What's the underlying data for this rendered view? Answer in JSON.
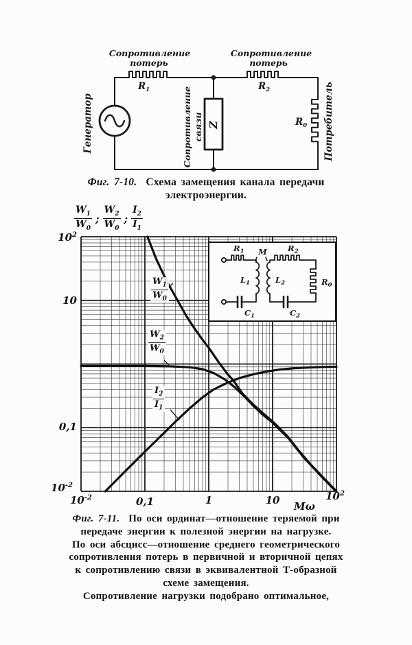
{
  "page": {
    "bg": "#fcfcfa",
    "ink": "#1b1b1b"
  },
  "fig10": {
    "caption": {
      "prefix": "Фиг. 7-10.",
      "line1": "Схема замещения канала передачи",
      "line2": "электроэнергии."
    },
    "generator_label": "Генератор",
    "consumer_label": "Потребитель",
    "loss_left": {
      "line1": "Сопротивление",
      "line2": "потерь"
    },
    "loss_right": {
      "line1": "Сопротивление",
      "line2": "потерь"
    },
    "coupling": {
      "line1": "Сопротивление",
      "line2": "связи"
    },
    "z_label": "Z",
    "r1": {
      "base": "R",
      "sub": "1"
    },
    "r2": {
      "base": "R",
      "sub": "2"
    },
    "r0": {
      "base": "R",
      "sub": "0"
    }
  },
  "fig11": {
    "caption": {
      "prefix": "Фиг. 7-11.",
      "line1": "По оси ординат—отношение теряемой при",
      "line2": "передаче энергии к полезной энергии на нагрузке.",
      "line3": "По оси абсцисс—отношение среднего геометрического",
      "line4": "сопротивления потерь в первичной и вторичной цепях",
      "line5": "к сопротивлению связи в эквивалентной Т-образной",
      "line6": "схеме замещения.",
      "line7": "Сопротивление нагрузки подобрано оптимальное,"
    },
    "inset": {
      "m": "M",
      "r1": {
        "base": "R",
        "sub": "1"
      },
      "r2": {
        "base": "R",
        "sub": "2"
      },
      "r0": {
        "base": "R",
        "sub": "0"
      },
      "l1": {
        "base": "L",
        "sub": "1"
      },
      "l2": {
        "base": "L",
        "sub": "2"
      },
      "c1": {
        "base": "C",
        "sub": "1"
      },
      "c2": {
        "base": "C",
        "sub": "2"
      }
    }
  },
  "chart_data": {
    "type": "line",
    "x_scale": "log",
    "y_scale": "log",
    "xlim": [
      0.01,
      100
    ],
    "ylim": [
      0.01,
      100
    ],
    "xlabel": "Mω",
    "ylabel": "W₁/W₀; W₂/W₀; I₂/I₁",
    "grid": "log-log paper, decade lines heavy, minor lines 2-9 per decade",
    "legend_position": "labels on curves",
    "frac_separator": ";",
    "ylabel_fracs": [
      {
        "num": {
          "base": "W",
          "sub": "1"
        },
        "den": {
          "base": "W",
          "sub": "0"
        }
      },
      {
        "num": {
          "base": "W",
          "sub": "2"
        },
        "den": {
          "base": "W",
          "sub": "0"
        }
      },
      {
        "num": {
          "base": "I",
          "sub": "2"
        },
        "den": {
          "base": "I",
          "sub": "1"
        }
      }
    ],
    "x_ticks": [
      {
        "value": 0.01,
        "base": "10",
        "sup": "-2"
      },
      {
        "value": 0.1,
        "base": "0,1",
        "sup": ""
      },
      {
        "value": 1,
        "base": "1",
        "sup": ""
      },
      {
        "value": 10,
        "base": "10",
        "sup": ""
      },
      {
        "value": 100,
        "base": "10",
        "sup": "2"
      }
    ],
    "y_ticks": [
      {
        "value": 100,
        "base": "10",
        "sup": "2"
      },
      {
        "value": 10,
        "base": "10",
        "sup": ""
      },
      {
        "value": 0.1,
        "base": "0,1",
        "sup": ""
      },
      {
        "value": 0.01,
        "base": "10",
        "sup": "-2"
      }
    ],
    "series": [
      {
        "id": "w1_w0",
        "name": "W1/W0",
        "label": {
          "num": {
            "base": "W",
            "sub": "1"
          },
          "den": {
            "base": "W",
            "sub": "0"
          }
        },
        "points": [
          [
            0.11,
            100
          ],
          [
            0.15,
            45
          ],
          [
            0.22,
            20
          ],
          [
            0.3,
            11.5
          ],
          [
            0.45,
            5.6
          ],
          [
            0.6,
            3.6
          ],
          [
            0.8,
            2.4
          ],
          [
            1,
            1.8
          ],
          [
            1.4,
            1.1
          ],
          [
            2,
            0.68
          ],
          [
            2.44,
            0.55
          ],
          [
            3.4,
            0.34
          ],
          [
            5,
            0.23
          ],
          [
            7,
            0.17
          ],
          [
            10,
            0.125
          ],
          [
            14,
            0.09
          ],
          [
            17.7,
            0.07
          ],
          [
            25,
            0.045
          ],
          [
            40,
            0.026
          ],
          [
            60,
            0.017
          ],
          [
            100,
            0.01
          ]
        ]
      },
      {
        "id": "w2_w0",
        "name": "W2/W0",
        "label": {
          "num": {
            "base": "W",
            "sub": "2"
          },
          "den": {
            "base": "W",
            "sub": "0"
          }
        },
        "points": [
          [
            0.01,
            0.93
          ],
          [
            0.1,
            0.93
          ],
          [
            0.25,
            0.92
          ],
          [
            0.5,
            0.89
          ],
          [
            0.8,
            0.83
          ],
          [
            1.2,
            0.72
          ],
          [
            1.8,
            0.57
          ],
          [
            2.5,
            0.44
          ],
          [
            3.5,
            0.32
          ],
          [
            5,
            0.22
          ],
          [
            7,
            0.16
          ],
          [
            10,
            0.12
          ],
          [
            17.7,
            0.068
          ],
          [
            30,
            0.035
          ],
          [
            60,
            0.0165
          ],
          [
            100,
            0.0098
          ]
        ]
      },
      {
        "id": "i2_i1",
        "name": "I2/I1",
        "label": {
          "num": {
            "base": "I",
            "sub": "2"
          },
          "den": {
            "base": "I",
            "sub": "1"
          }
        },
        "points": [
          [
            0.024,
            0.01
          ],
          [
            0.05,
            0.021
          ],
          [
            0.1,
            0.042
          ],
          [
            0.2,
            0.083
          ],
          [
            0.3,
            0.124
          ],
          [
            0.5,
            0.2
          ],
          [
            0.8,
            0.3
          ],
          [
            1.2,
            0.4
          ],
          [
            1.9,
            0.5
          ],
          [
            3,
            0.6
          ],
          [
            5,
            0.69
          ],
          [
            8,
            0.76
          ],
          [
            13,
            0.82
          ],
          [
            22,
            0.86
          ],
          [
            40,
            0.885
          ],
          [
            70,
            0.9
          ],
          [
            100,
            0.905
          ]
        ]
      }
    ]
  }
}
